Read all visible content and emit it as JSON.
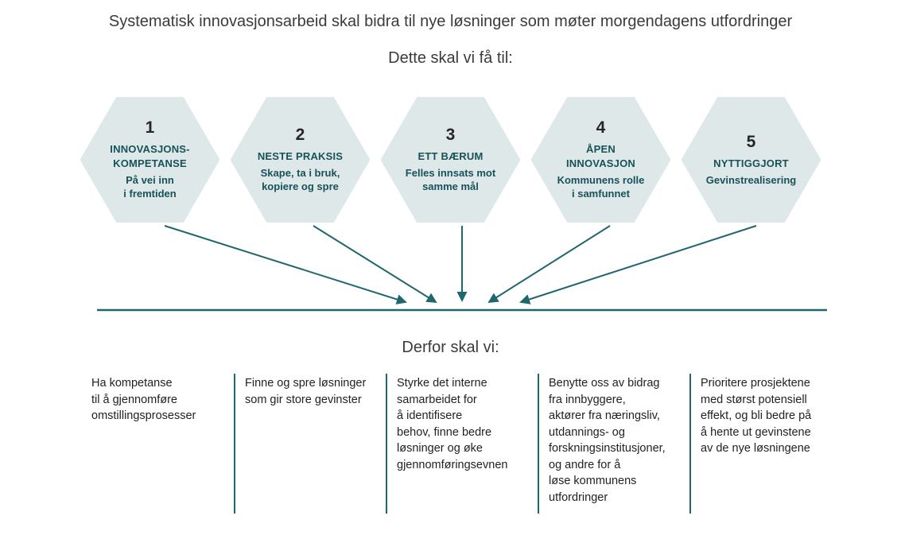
{
  "title": "Systematisk innovasjonsarbeid skal bidra til nye løsninger som møter morgendagens utfordringer",
  "headings": {
    "goals": "Dette skal vi få til:",
    "actions": "Derfor skal vi:"
  },
  "hexagons": [
    {
      "number": "1",
      "title": "INNOVASJONS-\nKOMPETANSE",
      "subtitle": "På vei inn\ni fremtiden"
    },
    {
      "number": "2",
      "title": "NESTE PRAKSIS",
      "subtitle": "Skape, ta i bruk,\nkopiere og spre"
    },
    {
      "number": "3",
      "title": "ETT BÆRUM",
      "subtitle": "Felles innsats mot\nsamme mål"
    },
    {
      "number": "4",
      "title": "ÅPEN\nINNOVASJON",
      "subtitle": "Kommunens rolle\ni samfunnet"
    },
    {
      "number": "5",
      "title": "NYTTIGGJORT",
      "subtitle": "Gevinstrealisering"
    }
  ],
  "actions": [
    "Ha kompetanse\ntil å gjennomføre\nomstillingsprosesser",
    "Finne og spre løsninger\nsom gir store gevinster",
    "Styrke det interne\nsamarbeidet for\nå  identifisere\nbehov, finne bedre\nløsninger og øke\ngjennomføringsevnen",
    "Benytte oss av bidrag\nfra innbyggere,\naktører fra næringsliv,\nutdannings- og\nforskningsinstitusjoner,\nog andre for å\nløse kommunens\nutfordringer",
    "Prioritere prosjektene\nmed størst potensiell\neffekt, og bli bedre på\nå hente ut gevinstene\nav de nye løsningene"
  ],
  "colors": {
    "teal": "#20676d",
    "hex_fill": "#dfe8e9",
    "text_dark": "#3b3b3b"
  }
}
